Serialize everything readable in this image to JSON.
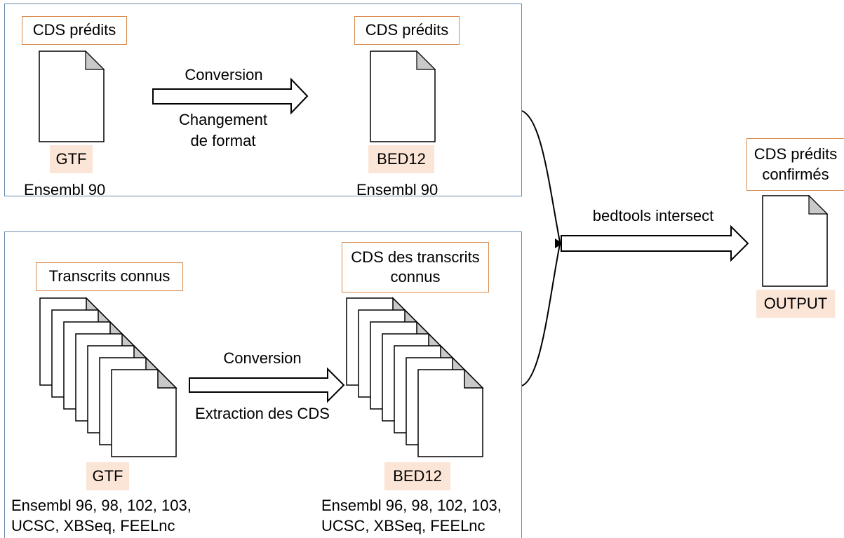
{
  "panel_top": {
    "input_label": "CDS prédits",
    "input_format": "GTF",
    "input_source": "Ensembl 90",
    "step_title": "Conversion",
    "step_detail_line1": "Changement",
    "step_detail_line2": "de format",
    "output_label": "CDS prédits",
    "output_format": "BED12",
    "output_source": "Ensembl 90"
  },
  "panel_bottom": {
    "input_label": "Transcrits connus",
    "input_format": "GTF",
    "input_source_line1": "Ensembl 96, 98, 102, 103,",
    "input_source_line2": "UCSC, XBSeq, FEELnc",
    "step_title": "Conversion",
    "step_detail": "Extraction des CDS",
    "output_label_line1": "CDS des transcrits",
    "output_label_line2": "connus",
    "output_format": "BED12",
    "output_source_line1": "Ensembl 96, 98, 102, 103,",
    "output_source_line2": "UCSC, XBSeq, FEELnc"
  },
  "merge": {
    "tool": "bedtools intersect",
    "result_label_line1": "CDS prédits",
    "result_label_line2": "confirmés",
    "result_format": "OUTPUT"
  },
  "colors": {
    "panel_border": "#6a8bab",
    "label_border": "#d98b4f",
    "format_fill": "#fbe5d6"
  }
}
